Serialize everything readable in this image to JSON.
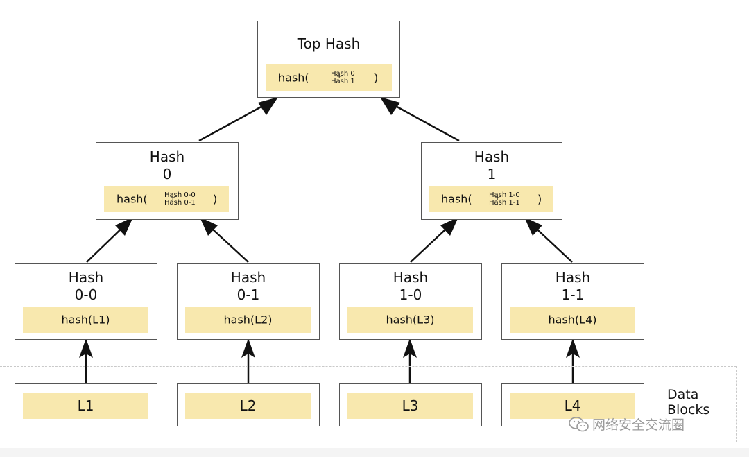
{
  "top": {
    "title": "Top Hash",
    "fn": "hash(",
    "arg1": "Hash 0",
    "plus": "+",
    "arg2": "Hash 1",
    "close": ")"
  },
  "mid": [
    {
      "title1": "Hash",
      "title2": "0",
      "fn": "hash(",
      "arg1": "Hash 0-0",
      "plus": "+",
      "arg2": "Hash 0-1",
      "close": ")"
    },
    {
      "title1": "Hash",
      "title2": "1",
      "fn": "hash(",
      "arg1": "Hash 1-0",
      "plus": "+",
      "arg2": "Hash 1-1",
      "close": ")"
    }
  ],
  "leaves": [
    {
      "title1": "Hash",
      "title2": "0-0",
      "hash": "hash(L1)"
    },
    {
      "title1": "Hash",
      "title2": "0-1",
      "hash": "hash(L2)"
    },
    {
      "title1": "Hash",
      "title2": "1-0",
      "hash": "hash(L3)"
    },
    {
      "title1": "Hash",
      "title2": "1-1",
      "hash": "hash(L4)"
    }
  ],
  "blocks": [
    "L1",
    "L2",
    "L3",
    "L4"
  ],
  "data_blocks_label": [
    "Data",
    "Blocks"
  ],
  "watermark": "网络安全交流圈",
  "colors": {
    "hash_fill": "#f8e8ae",
    "border": "#555555",
    "arrow": "#111111",
    "dashed": "#c9c9c9"
  }
}
